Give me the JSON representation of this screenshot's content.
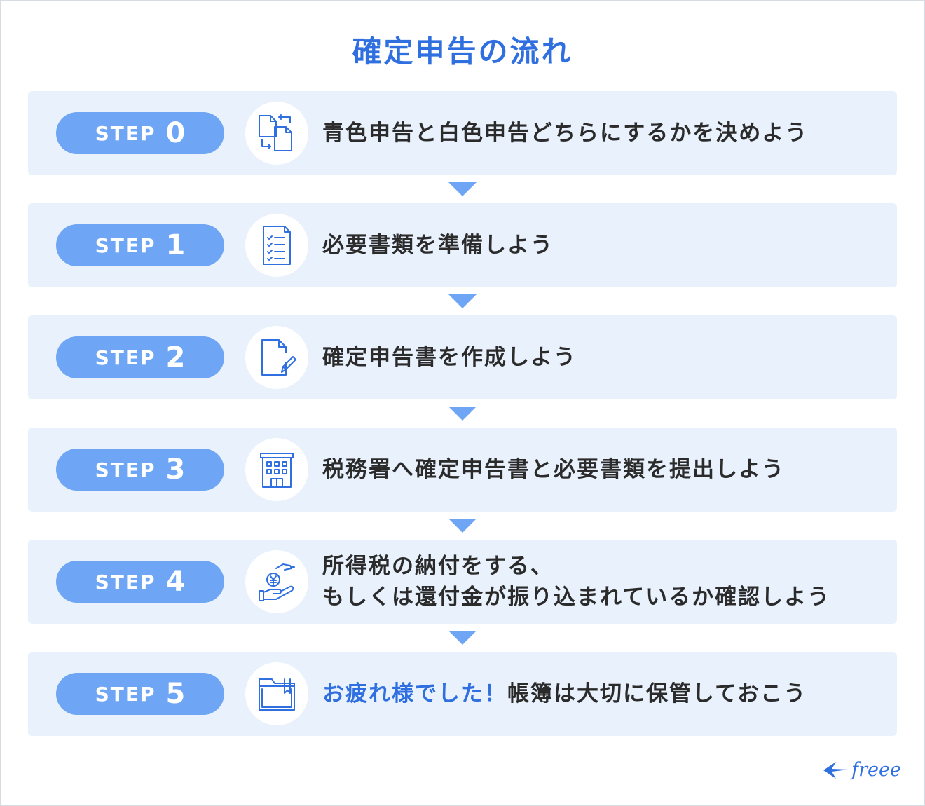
{
  "title": "確定申告の流れ",
  "colors": {
    "accent": "#2f6fe0",
    "pill": "#6ea6f5",
    "card": "#e8f1fc",
    "text": "#2b2b2b"
  },
  "steps": [
    {
      "label": "STEP",
      "number": "0",
      "icon": "document-swap-icon",
      "line1": "青色申告と白色申告どちらにするかを決めよう"
    },
    {
      "label": "STEP",
      "number": "1",
      "icon": "checklist-document-icon",
      "line1": "必要書類を準備しよう"
    },
    {
      "label": "STEP",
      "number": "2",
      "icon": "document-pencil-icon",
      "line1": "確定申告書を作成しよう"
    },
    {
      "label": "STEP",
      "number": "3",
      "icon": "office-building-icon",
      "line1": "税務署へ確定申告書と必要書類を提出しよう"
    },
    {
      "label": "STEP",
      "number": "4",
      "icon": "yen-coin-hand-icon",
      "line1": "所得税の納付をする、",
      "line2": "もしくは還付金が振り込まれているか確認しよう"
    },
    {
      "label": "STEP",
      "number": "5",
      "icon": "folder-icon",
      "accent": "お疲れ様でした！",
      "line1": "帳簿は大切に保管しておこう"
    }
  ],
  "logo": {
    "text": "freee"
  }
}
